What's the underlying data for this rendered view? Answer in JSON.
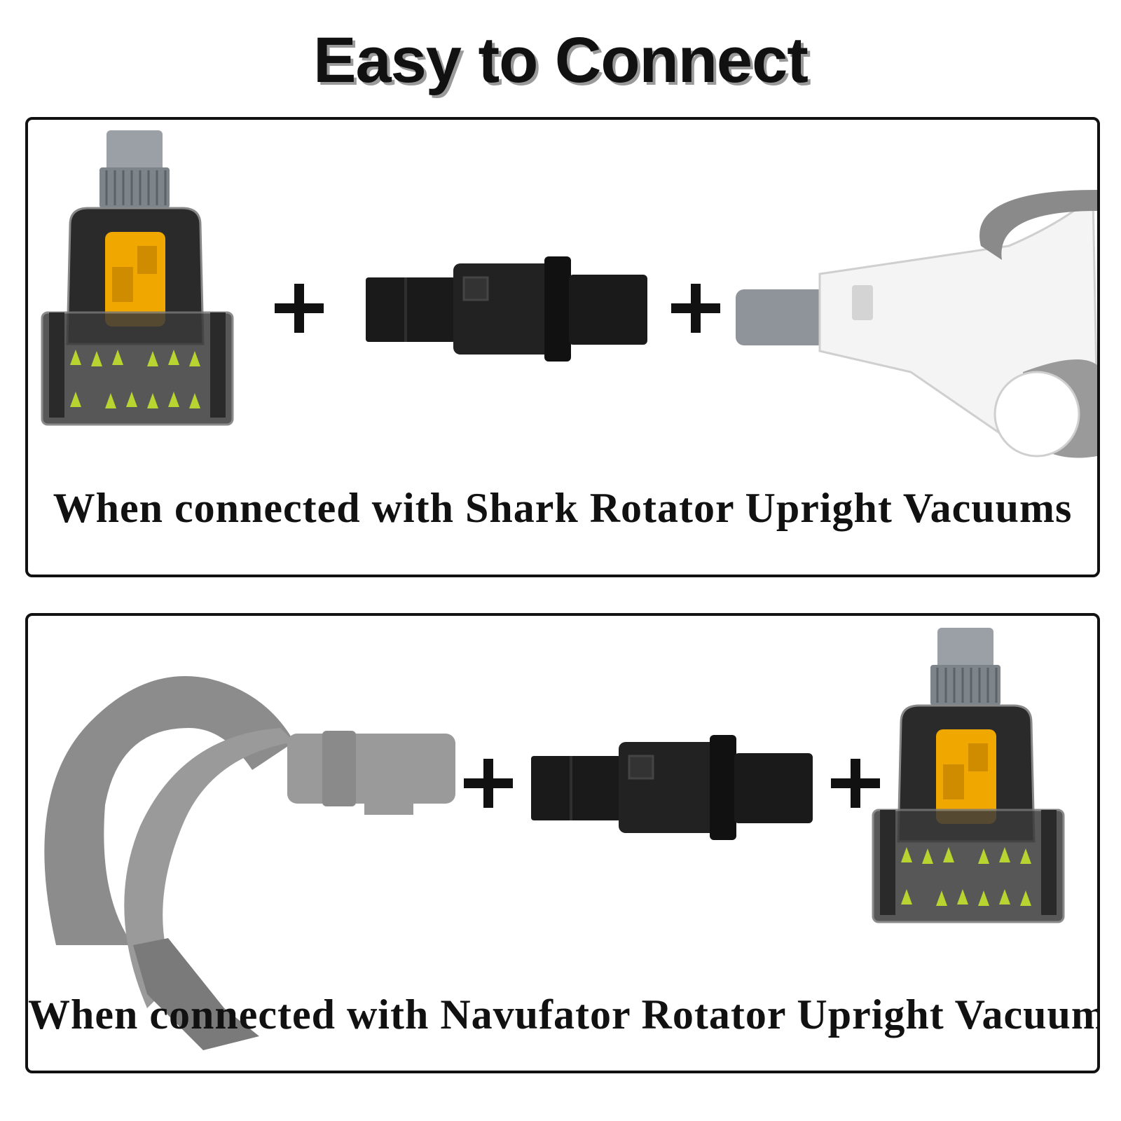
{
  "title": "Easy to Connect",
  "panels": [
    {
      "caption": "When connected with Shark Rotator Upright Vacuums",
      "sequence": [
        "turbo-brush",
        "plus",
        "adapter",
        "plus",
        "white-wand-handle"
      ]
    },
    {
      "caption": "When connected with Navufator Rotator Upright Vacuums",
      "sequence": [
        "gray-wand-handle",
        "plus",
        "adapter",
        "plus",
        "turbo-brush"
      ]
    }
  ],
  "colors": {
    "brush_housing": "#2a2a2a",
    "brush_roller": "#f0a800",
    "bristles": "#b8d430",
    "adapter": "#1a1a1a",
    "connector_gray": "#9a9a9a",
    "wand_white": "#f4f4f4",
    "wand_gray": "#8c8c8c"
  }
}
